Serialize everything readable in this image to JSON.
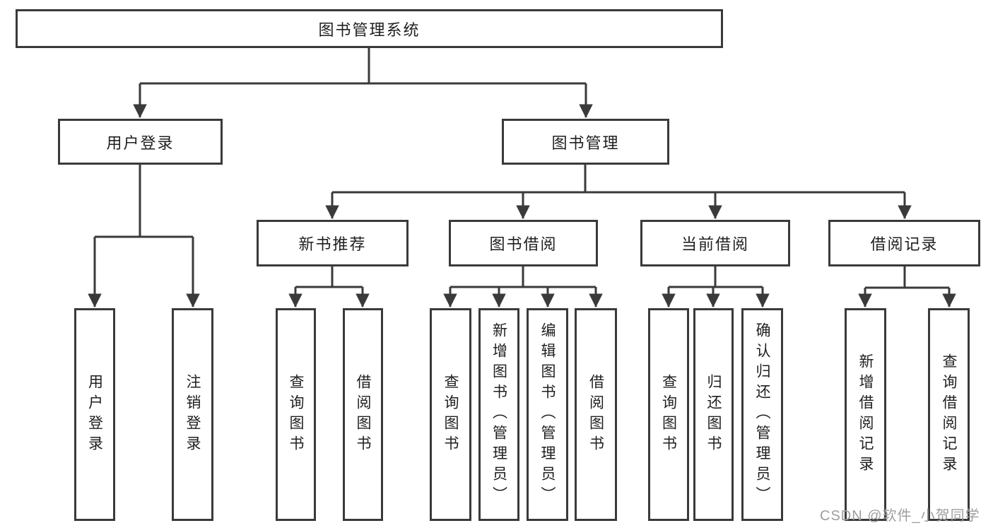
{
  "colors": {
    "background": "#ffffff",
    "line": "#3a3a3a",
    "box-border": "#3a3a3a",
    "box-fill": "#ffffff",
    "text": "#1f1f1f",
    "watermark": "#9e9e9e"
  },
  "diagram": {
    "root": {
      "label": "图书管理系统"
    },
    "user_login": {
      "label": "用户登录",
      "leaves": [
        "用户登录",
        "注销登录"
      ]
    },
    "book_mgmt": {
      "label": "图书管理",
      "groups": [
        {
          "label": "新书推荐",
          "leaves": [
            "查询图书",
            "借阅图书"
          ]
        },
        {
          "label": "图书借阅",
          "leaves": [
            "查询图书",
            "新增图书（管理员）",
            "编辑图书（管理员）",
            "借阅图书"
          ]
        },
        {
          "label": "当前借阅",
          "leaves": [
            "查询图书",
            "归还图书",
            "确认归还（管理员）"
          ]
        },
        {
          "label": "借阅记录",
          "leaves": [
            "新增借阅记录",
            "查询借阅记录"
          ]
        }
      ]
    }
  },
  "watermark": {
    "text": "CSDN @软件_小贺同学"
  }
}
